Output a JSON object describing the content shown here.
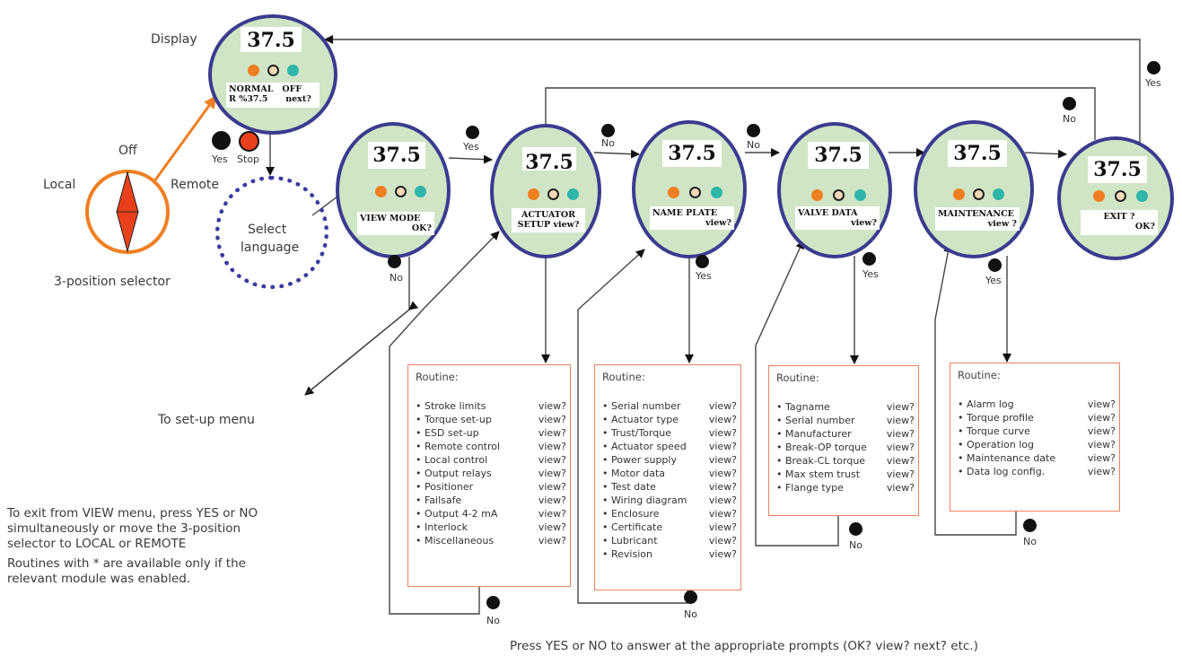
{
  "selector": {
    "off": "Off",
    "local": "Local",
    "remote": "Remote",
    "caption": "3-position selector",
    "yes": "Yes",
    "stop": "Stop"
  },
  "display_label": "Display",
  "select_language": [
    "Select",
    "language"
  ],
  "to_setup_menu": "To set-up menu",
  "note_exit": [
    "To exit from VIEW menu, press YES or NO",
    "simultaneously or move the 3-position",
    "selector to LOCAL or REMOTE"
  ],
  "note_routines": [
    "Routines with * are available only if the",
    "relevant module was enabled."
  ],
  "footer": "Press YES or NO to answer at the appropriate prompts (OK? view? next? etc.)",
  "displays": [
    {
      "value": "37.5",
      "line1": "NORMAL   OFF",
      "line2": "R %37.5      next?"
    },
    {
      "value": "37.5",
      "line1": "VIEW MODE",
      "line2": "OK?"
    },
    {
      "value": "37.5",
      "line1": "ACTUATOR",
      "line2": "SETUP view?"
    },
    {
      "value": "37.5",
      "line1": "NAME PLATE",
      "line2": "view?"
    },
    {
      "value": "37.5",
      "line1": "VALVE DATA",
      "line2": "view?"
    },
    {
      "value": "37.5",
      "line1": "MAINTENANCE",
      "line2": "view ?"
    },
    {
      "value": "37.5",
      "line1": "EXIT ?",
      "line2": "OK?"
    }
  ],
  "decisions": {
    "yes": "Yes",
    "no": "No"
  },
  "routines": [
    {
      "title": "Routine:",
      "items": [
        {
          "name": "• Stroke limits",
          "action": "view?"
        },
        {
          "name": "• Torque set-up",
          "action": "view?"
        },
        {
          "name": "• ESD set-up",
          "action": "view?"
        },
        {
          "name": "• Remote control",
          "action": "view?"
        },
        {
          "name": "• Local control",
          "action": "view?"
        },
        {
          "name": "• Output relays",
          "action": "view?"
        },
        {
          "name": "• Positioner",
          "action": "view?"
        },
        {
          "name": "• Failsafe",
          "action": "view?"
        },
        {
          "name": "• Output 4-2 mA",
          "action": "view?"
        },
        {
          "name": "• Interlock",
          "action": "view?"
        },
        {
          "name": "• Miscellaneous",
          "action": "view?"
        }
      ]
    },
    {
      "title": "Routine:",
      "items": [
        {
          "name": "• Serial number",
          "action": "view?"
        },
        {
          "name": "• Actuator type",
          "action": "view?"
        },
        {
          "name": "• Trust/Torque",
          "action": "view?"
        },
        {
          "name": "• Actuator speed",
          "action": "view?"
        },
        {
          "name": "• Power supply",
          "action": "view?"
        },
        {
          "name": "• Motor data",
          "action": "view?"
        },
        {
          "name": "• Test date",
          "action": "view?"
        },
        {
          "name": "• Wiring diagram",
          "action": "view?"
        },
        {
          "name": "• Enclosure",
          "action": "view?"
        },
        {
          "name": "• Certificate",
          "action": "view?"
        },
        {
          "name": "• Lubricant",
          "action": "view?"
        },
        {
          "name": "• Revision",
          "action": "view?"
        }
      ]
    },
    {
      "title": "Routine:",
      "items": [
        {
          "name": "• Tagname",
          "action": "view?"
        },
        {
          "name": "• Serial number",
          "action": "view?"
        },
        {
          "name": "• Manufacturer",
          "action": "view?"
        },
        {
          "name": "• Break-OP torque",
          "action": "view?"
        },
        {
          "name": "• Break-CL torque",
          "action": "view?"
        },
        {
          "name": "• Max stem trust",
          "action": "view?"
        },
        {
          "name": "• Flange type",
          "action": "view?"
        }
      ]
    },
    {
      "title": "Routine:",
      "items": [
        {
          "name": "• Alarm log",
          "action": "view?"
        },
        {
          "name": "• Torque profile",
          "action": "view?"
        },
        {
          "name": "• Torque curve",
          "action": "view?"
        },
        {
          "name": "• Operation log",
          "action": "view?"
        },
        {
          "name": "• Maintenance date",
          "action": "view?"
        },
        {
          "name": "• Data log config.",
          "action": "view?"
        }
      ]
    }
  ],
  "colors": {
    "display_fill": "#cfe5c5",
    "display_border": "#3b3b8f",
    "routine_border": "#ee8060",
    "selector_orange": "#ef7f22",
    "selector_red": "#e8401c",
    "language_dots": "#3b3b9f"
  }
}
